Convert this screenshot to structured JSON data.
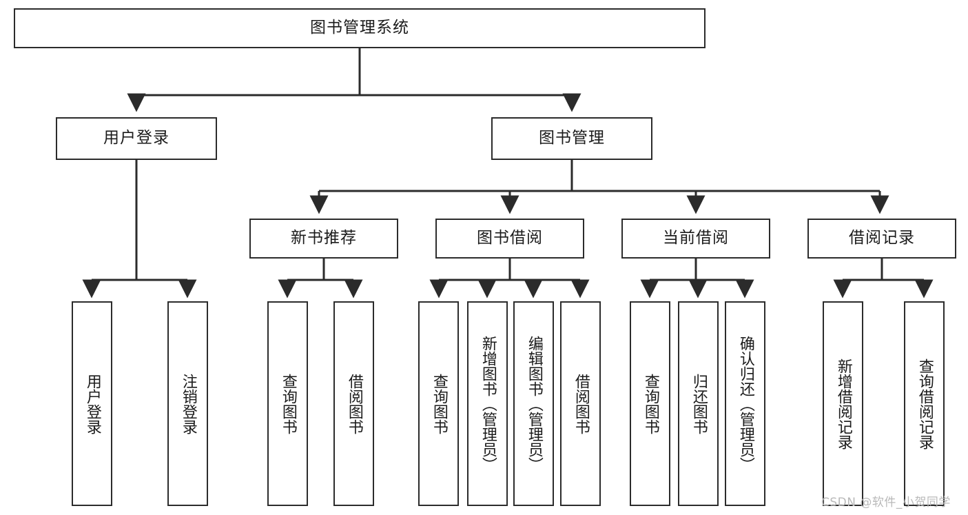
{
  "diagram": {
    "type": "tree-hierarchy",
    "title": "图书管理系统",
    "watermark": "CSDN @软件_小贺同学",
    "colors": {
      "box_border": "#2b2b2b",
      "box_fill": "#ffffff",
      "edge": "#2b2b2b",
      "text": "#1b1b1b",
      "watermark": "#b9b9b9"
    },
    "nodes": {
      "root": {
        "label": "图书管理系统"
      },
      "level2": [
        {
          "id": "user-login",
          "label": "用户登录"
        },
        {
          "id": "book-management",
          "label": "图书管理"
        }
      ],
      "level3": [
        {
          "id": "new-book-recommend",
          "label": "新书推荐"
        },
        {
          "id": "book-borrow",
          "label": "图书借阅"
        },
        {
          "id": "current-borrow",
          "label": "当前借阅"
        },
        {
          "id": "borrow-record",
          "label": "借阅记录"
        }
      ],
      "leaves": {
        "user-login": [
          {
            "id": "leaf-user-login",
            "label": "用户登录"
          },
          {
            "id": "leaf-user-logout",
            "label": "注销登录"
          }
        ],
        "new-book-recommend": [
          {
            "id": "leaf-query-book-1",
            "label": "查询图书"
          },
          {
            "id": "leaf-borrow-book-1",
            "label": "借阅图书"
          }
        ],
        "book-borrow": [
          {
            "id": "leaf-query-book-2",
            "label": "查询图书"
          },
          {
            "id": "leaf-add-book",
            "label": "新增图书（管理员）"
          },
          {
            "id": "leaf-edit-book",
            "label": "编辑图书（管理员）"
          },
          {
            "id": "leaf-borrow-book-2",
            "label": "借阅图书"
          }
        ],
        "current-borrow": [
          {
            "id": "leaf-query-book-3",
            "label": "查询图书"
          },
          {
            "id": "leaf-return-book",
            "label": "归还图书"
          },
          {
            "id": "leaf-confirm-return",
            "label": "确认归还（管理员）"
          }
        ],
        "borrow-record": [
          {
            "id": "leaf-add-record",
            "label": "新增借阅记录"
          },
          {
            "id": "leaf-query-record",
            "label": "查询借阅记录"
          }
        ]
      }
    }
  }
}
